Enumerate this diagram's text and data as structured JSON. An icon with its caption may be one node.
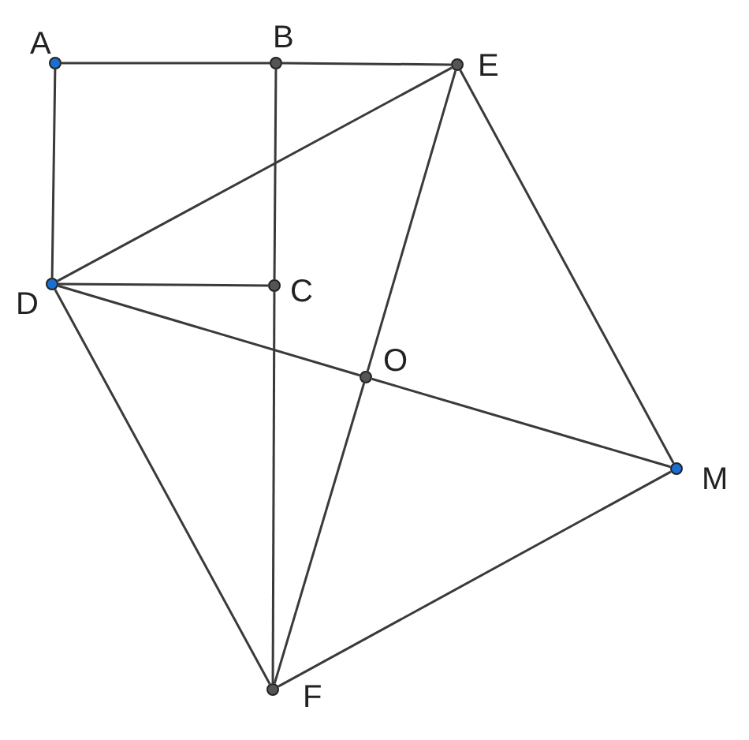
{
  "diagram": {
    "nodes": [
      {
        "text": [
          "A"
        ]
      },
      {
        "text": [
          "B"
        ]
      },
      {
        "text": [
          "E"
        ]
      },
      {
        "text": [
          "D"
        ]
      },
      {
        "text": [
          "C"
        ]
      },
      {
        "text": [
          "O"
        ]
      },
      {
        "text": [
          "M"
        ]
      },
      {
        "text": [
          "F"
        ]
      }
    ],
    "edges": [
      {
        "from": 0,
        "to": 1,
        "arrow": "none"
      },
      {
        "from": 1,
        "to": 2,
        "arrow": "none"
      },
      {
        "from": 0,
        "to": 3,
        "arrow": "none"
      },
      {
        "from": 1,
        "to": 4,
        "arrow": "none"
      },
      {
        "from": 4,
        "to": 7,
        "arrow": "none"
      },
      {
        "from": 3,
        "to": 4,
        "arrow": "none"
      },
      {
        "from": 3,
        "to": 2,
        "arrow": "none"
      },
      {
        "from": 2,
        "to": 5,
        "arrow": "none"
      },
      {
        "from": 5,
        "to": 7,
        "arrow": "none"
      },
      {
        "from": 3,
        "to": 5,
        "arrow": "none"
      },
      {
        "from": 5,
        "to": 6,
        "arrow": "none"
      },
      {
        "from": 2,
        "to": 6,
        "arrow": "none"
      },
      {
        "from": 3,
        "to": 7,
        "arrow": "none"
      },
      {
        "from": 7,
        "to": 6,
        "arrow": "none"
      }
    ]
  }
}
